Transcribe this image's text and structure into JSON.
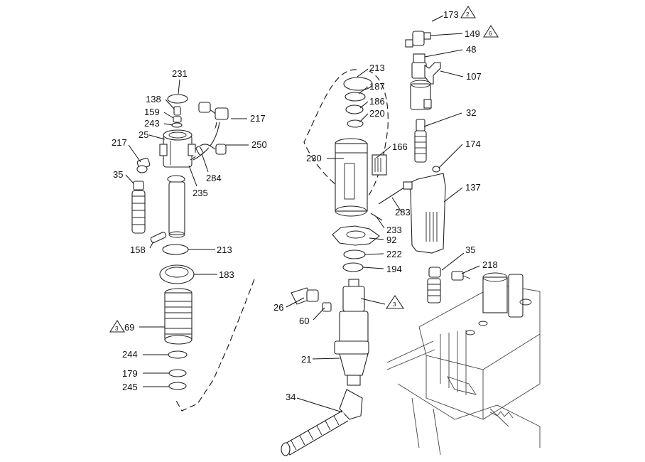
{
  "callouts": {
    "c231": "231",
    "c138": "138",
    "c159": "159",
    "c243": "243",
    "c25": "25",
    "c217a": "217",
    "c217b": "217",
    "c250": "250",
    "c284": "284",
    "c35a": "35",
    "c235": "235",
    "c158": "158",
    "c213a": "213",
    "c183": "183",
    "c69": "69",
    "c244": "244",
    "c179": "179",
    "c245": "245",
    "c213b": "213",
    "c187": "187",
    "c186": "186",
    "c220": "220",
    "c230": "230",
    "c166": "166",
    "c283": "283",
    "c233": "233",
    "c92": "92",
    "c222": "222",
    "c194": "194",
    "c26": "26",
    "c60": "60",
    "c21": "21",
    "c34": "34",
    "c173": "173",
    "c149": "149",
    "c48": "48",
    "c107": "107",
    "c32": "32",
    "c174": "174",
    "c137": "137",
    "c35b": "35",
    "c218": "218"
  },
  "notes": {
    "n2": "2",
    "n6": "6",
    "n3a": "3",
    "n3b": "3"
  }
}
